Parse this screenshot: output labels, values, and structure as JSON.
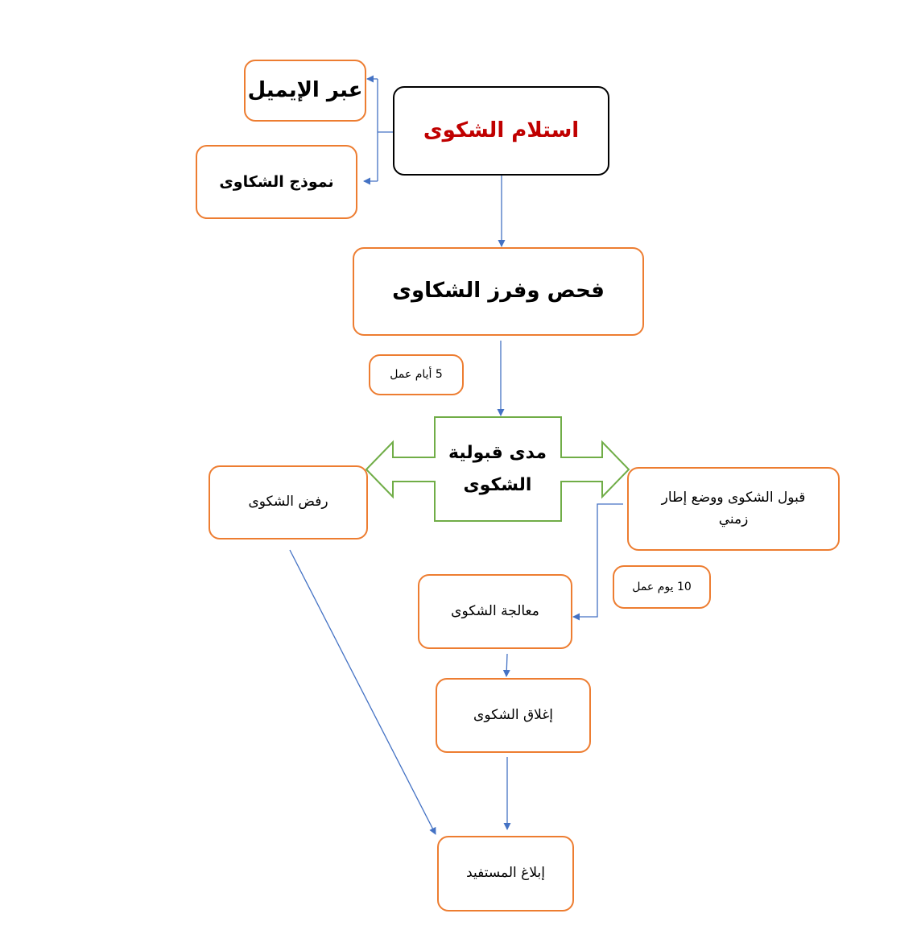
{
  "nodes": {
    "receive": "استلام الشكوى",
    "email": "عبر الإيميل",
    "form": "نموذج الشكاوى",
    "check": "فحص وفرز الشكاوى",
    "days5": "5 أيام عمل",
    "scope": "مدى قبولية الشكوى",
    "accept": "قبول الشكوى ووضع إطار زمني",
    "reject": "رفض الشكوى",
    "days10": "10 يوم عمل",
    "process": "معالجة الشكوى",
    "close": "إغلاق الشكوى",
    "notify": "إبلاغ المستفيد"
  },
  "colors": {
    "box_border": "#ed7d31",
    "start_border": "#000000",
    "start_text": "#c00000",
    "connector": "#4472c4",
    "decision_border": "#70ad47"
  }
}
